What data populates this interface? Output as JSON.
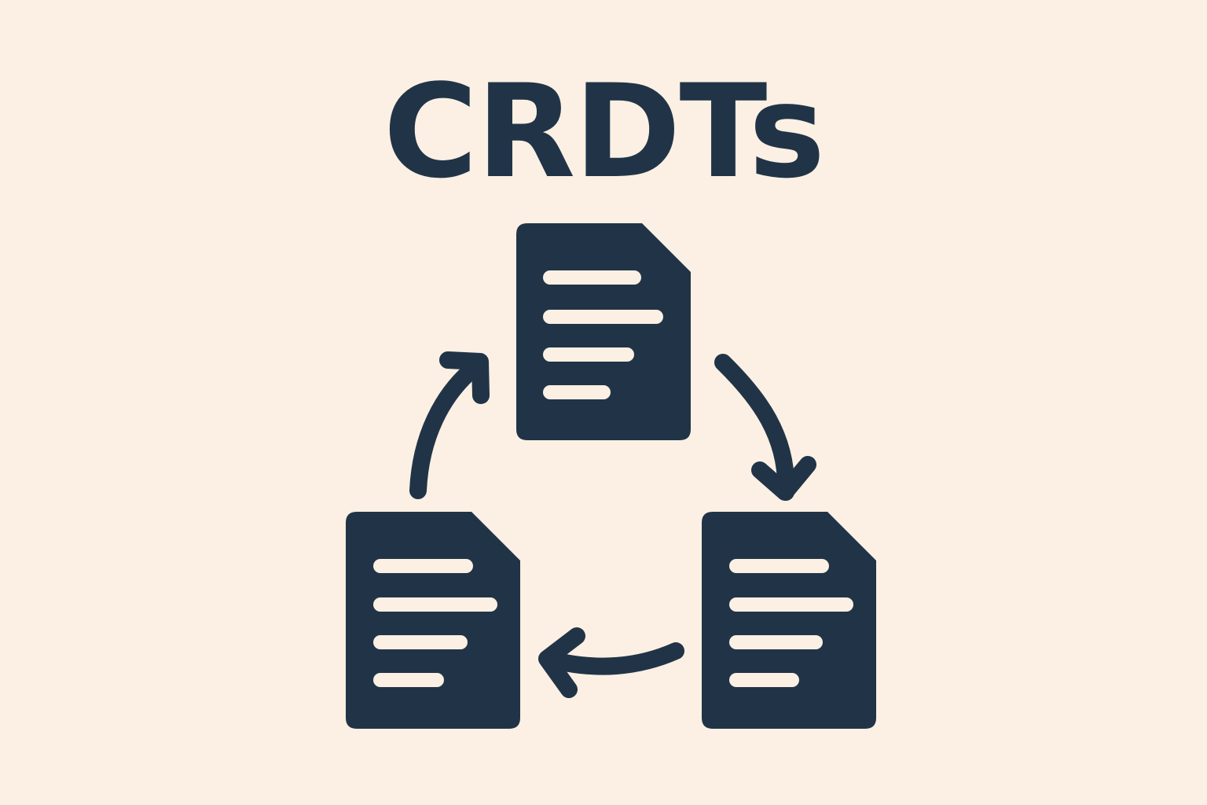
{
  "title": "CRDTs",
  "colors": {
    "background": "#FBF0E3",
    "ink": "#213447",
    "doc_lines": "#FBF0E3"
  },
  "diagram": {
    "nodes": [
      {
        "id": "doc-top",
        "icon": "document-icon"
      },
      {
        "id": "doc-right",
        "icon": "document-icon"
      },
      {
        "id": "doc-left",
        "icon": "document-icon"
      }
    ],
    "edges": [
      {
        "from": "doc-top",
        "to": "doc-right",
        "icon": "curved-arrow-icon"
      },
      {
        "from": "doc-right",
        "to": "doc-left",
        "icon": "curved-arrow-icon"
      },
      {
        "from": "doc-left",
        "to": "doc-top",
        "icon": "curved-arrow-icon"
      }
    ]
  }
}
